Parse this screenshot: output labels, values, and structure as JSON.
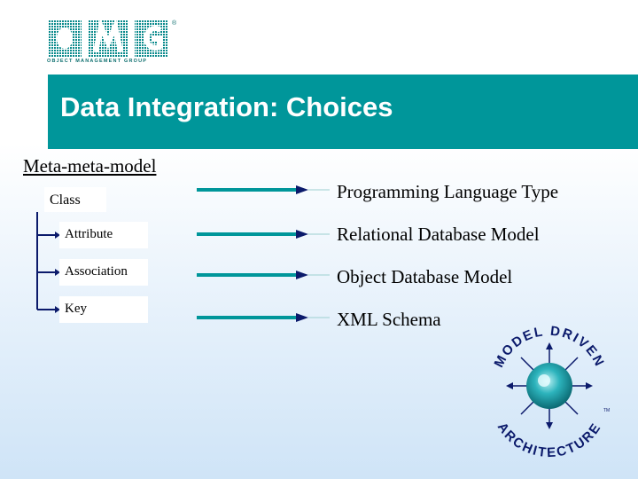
{
  "logo": {
    "name": "OMG",
    "subtitle": "OBJECT MANAGEMENT GROUP",
    "trademark": "®"
  },
  "title": "Data Integration: Choices",
  "meta_label": "Meta-meta-model",
  "class_box": "Class",
  "sub_boxes": [
    "Attribute",
    "Association",
    "Key"
  ],
  "choices": [
    "Programming Language Type",
    "Relational Database Model",
    "Object Database Model",
    "XML Schema"
  ],
  "mda_logo": {
    "top_text": "MODEL DRIVEN",
    "bottom_text": "ARCHITECTURE",
    "trademark": "TM"
  },
  "colors": {
    "title_bar": "#00969a",
    "arrow": "#00969a",
    "connector": "#0b1a6b"
  }
}
